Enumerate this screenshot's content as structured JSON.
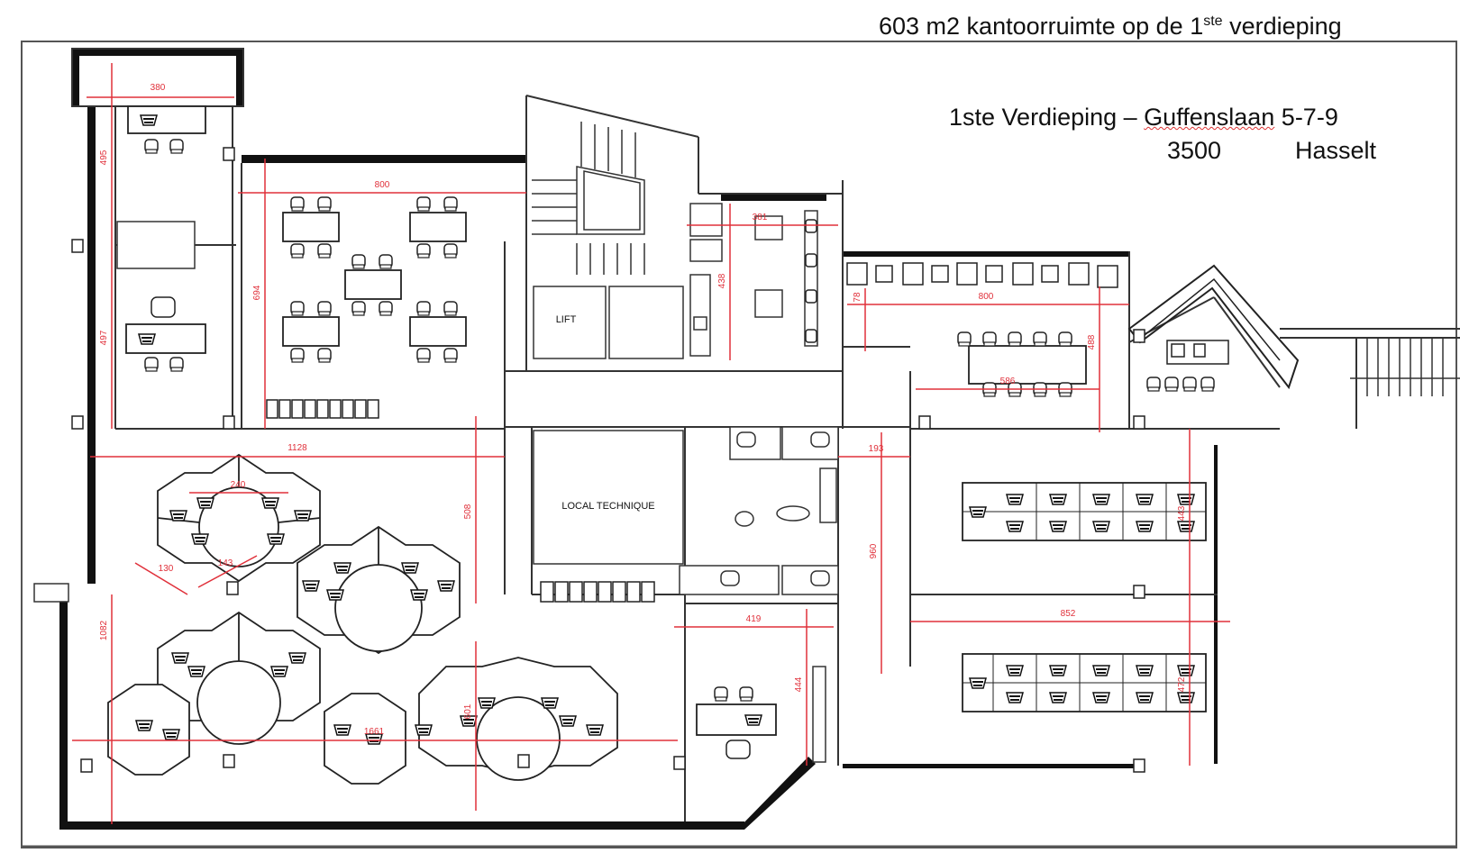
{
  "header": {
    "title_prefix": "603 m2 kantoorruimte op de 1",
    "title_sup": "ste",
    "title_suffix": " verdieping"
  },
  "address": {
    "line1_prefix": "1ste Verdieping – ",
    "line1_street": "Guffenslaan",
    "line1_number": " 5-7-9",
    "postal_code": "3500",
    "city": "Hasselt"
  },
  "rooms": {
    "lift": "LIFT",
    "technical": "LOCAL TECHNIQUE"
  },
  "dimensions": {
    "d380": "380",
    "d495": "495",
    "d497": "497",
    "d800a": "800",
    "d694": "694",
    "d381": "381",
    "d438": "438",
    "d800b": "800",
    "d78": "78",
    "d586": "586",
    "d488": "488",
    "d1128": "1128",
    "d508": "508",
    "d240": "240",
    "d130": "130",
    "d143": "143",
    "d193": "193",
    "d960": "960",
    "d443": "443",
    "d852": "852",
    "d419": "419",
    "d444": "444",
    "d472": "472",
    "d1082": "1082",
    "d1661": "1661",
    "d601": "601"
  },
  "colors": {
    "wall": "#111111",
    "line": "#333333",
    "dimension": "#e0303a",
    "frame": "#555555"
  }
}
